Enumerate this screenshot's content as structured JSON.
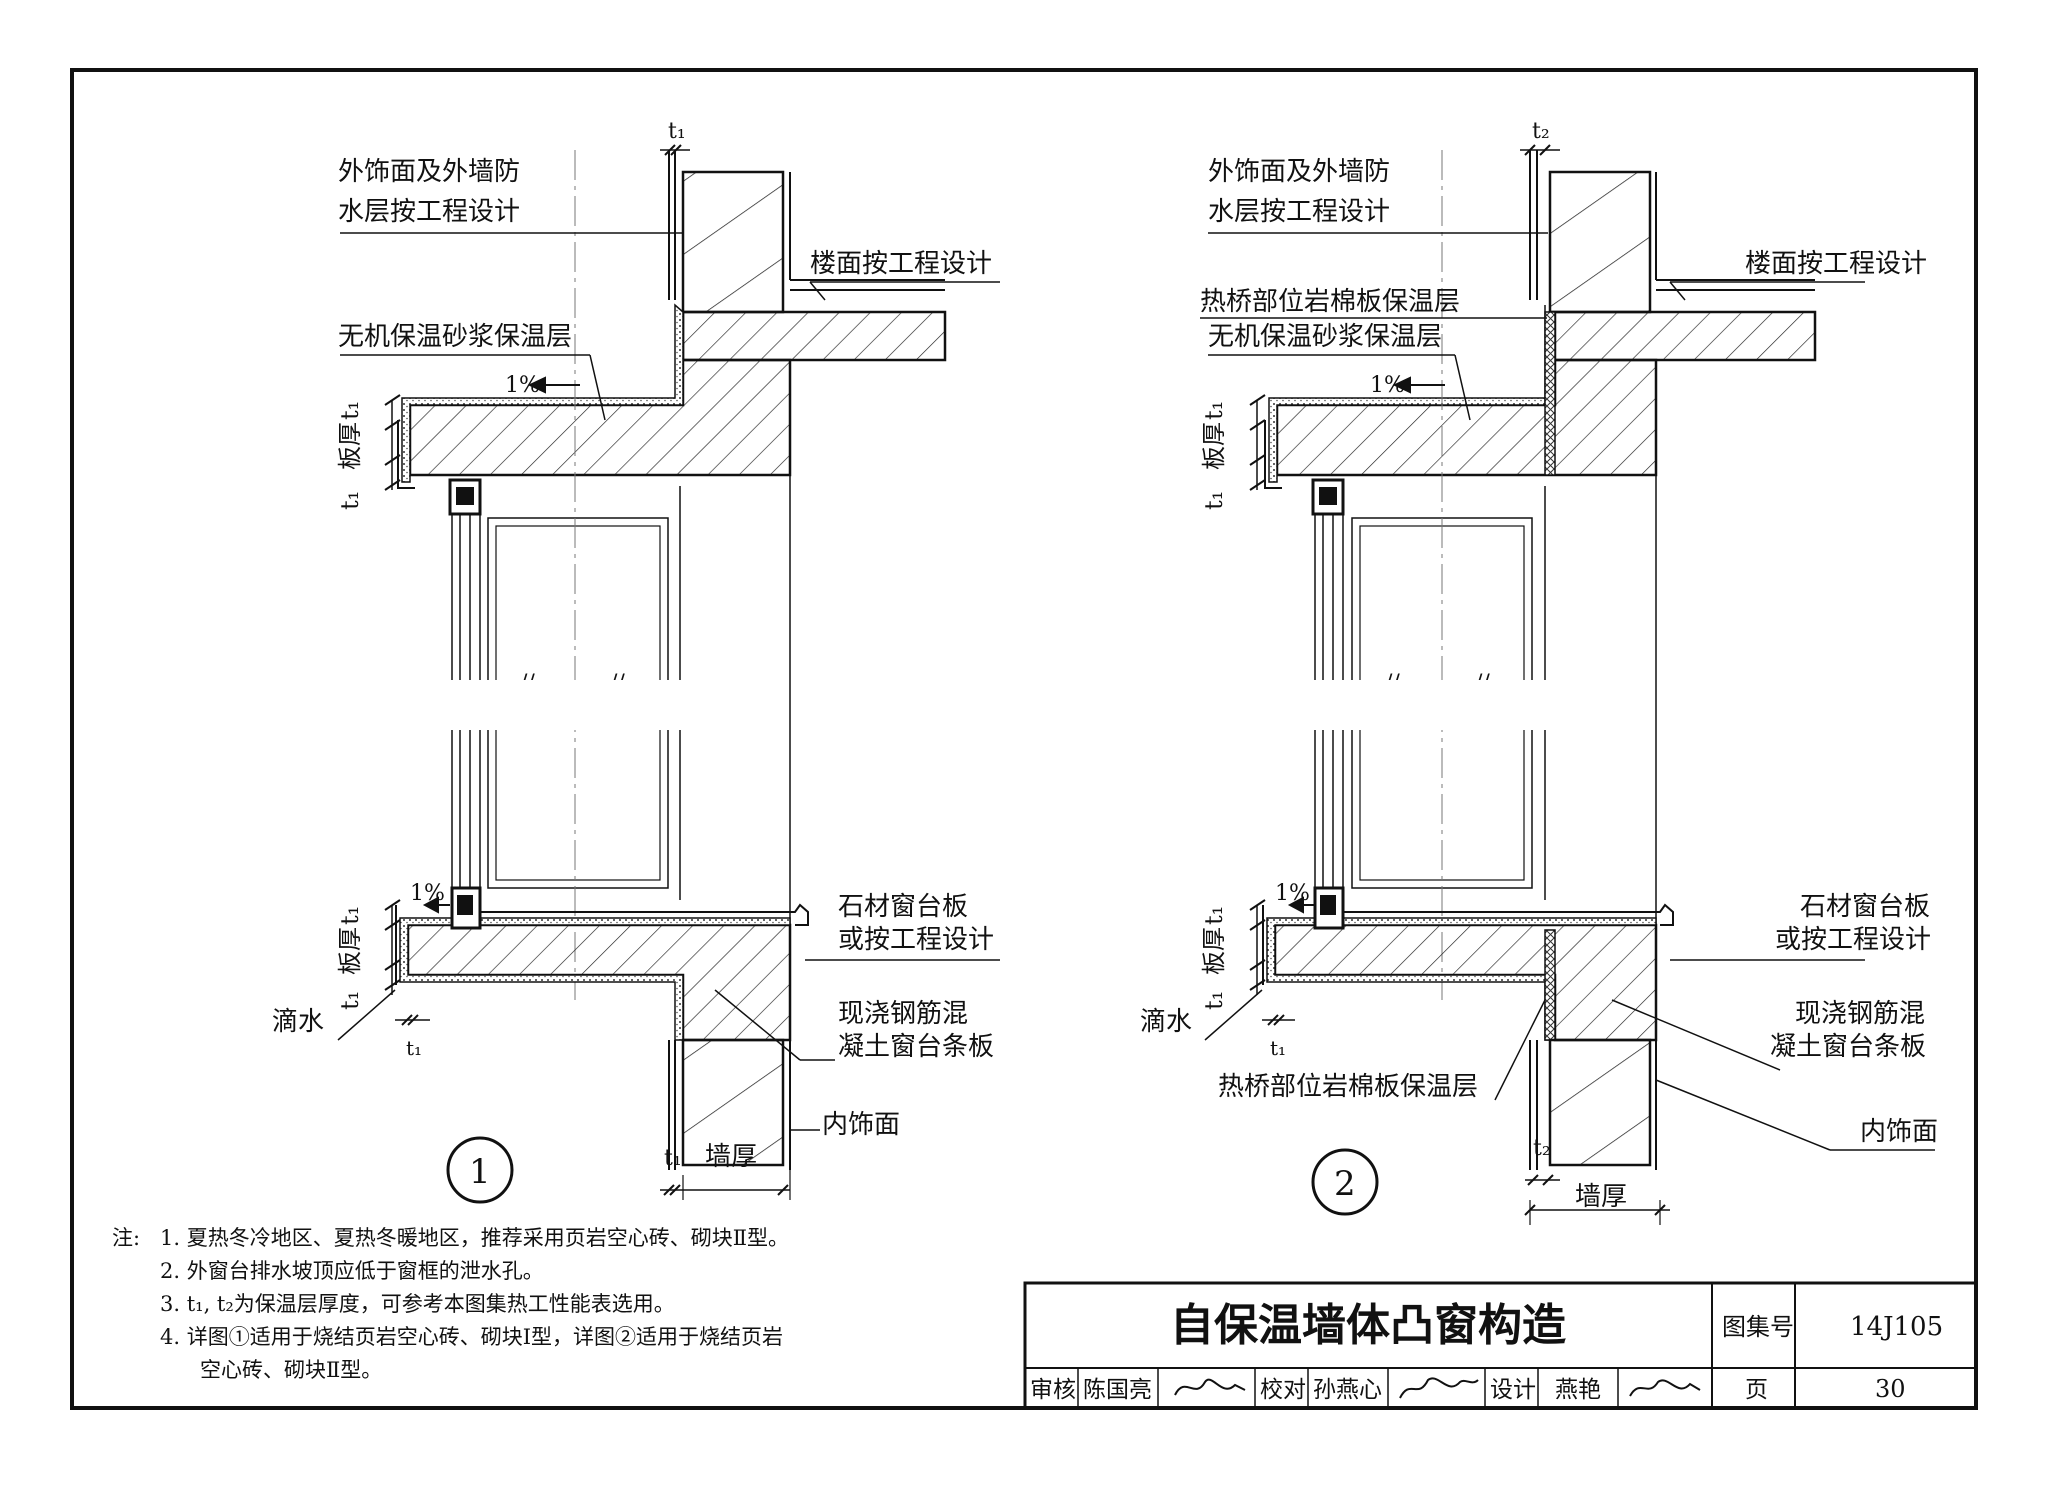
{
  "detail1": {
    "top_label_line1": "外饰面及外墙防",
    "top_label_line2": "水层按工程设计",
    "floor_label": "楼面按工程设计",
    "mortar_label": "无机保温砂浆保温层",
    "slope_top": "1%",
    "slope_bottom": "1%",
    "t1_top": "t₁",
    "side_t1_top": "t₁",
    "side_slab_top": "板厚",
    "side_t1b_top": "t₁",
    "side_t1_bot": "t₁",
    "side_slab_bot": "板厚",
    "side_t1b_bot": "t₁",
    "drip_label": "滴水",
    "drip_t1": "t₁",
    "sill_label_line1": "石材窗台板",
    "sill_label_line2": "或按工程设计",
    "concrete_label_line1": "现浇钢筋混",
    "concrete_label_line2": "凝土窗台条板",
    "inner_label": "内饰面",
    "t1_bottom": "t₁",
    "wall_thickness": "墙厚",
    "number": "1"
  },
  "detail2": {
    "top_label_line1": "外饰面及外墙防",
    "top_label_line2": "水层按工程设计",
    "floor_label": "楼面按工程设计",
    "rockwool_label": "热桥部位岩棉板保温层",
    "mortar_label": "无机保温砂浆保温层",
    "slope_top": "1%",
    "slope_bottom": "1%",
    "t2_top": "t₂",
    "side_t1_top": "t₁",
    "side_slab_top": "板厚",
    "side_t1b_top": "t₁",
    "side_t1_bot": "t₁",
    "side_slab_bot": "板厚",
    "side_t1b_bot": "t₁",
    "drip_label": "滴水",
    "drip_t1": "t₁",
    "sill_label_line1": "石材窗台板",
    "sill_label_line2": "或按工程设计",
    "concrete_label_line1": "现浇钢筋混",
    "concrete_label_line2": "凝土窗台条板",
    "rockwool_label_bottom": "热桥部位岩棉板保温层",
    "inner_label": "内饰面",
    "t2_bottom": "t₂",
    "wall_thickness": "墙厚",
    "number": "2"
  },
  "notes": {
    "heading": "注:",
    "items": [
      "1. 夏热冬冷地区、夏热冬暖地区，推荐采用页岩空心砖、砌块Ⅱ型。",
      "2. 外窗台排水坡顶应低于窗框的泄水孔。",
      "3. t₁, t₂为保温层厚度，可参考本图集热工性能表选用。",
      "4. 详图①适用于烧结页岩空心砖、砌块Ⅰ型，详图②适用于烧结页岩",
      "空心砖、砌块Ⅱ型。"
    ]
  },
  "title_block": {
    "title": "自保温墙体凸窗构造",
    "atlas_label": "图集号",
    "atlas_value": "14J105",
    "review_label": "审核",
    "reviewer": "陈国亮",
    "check_label": "校对",
    "checker": "孙燕心",
    "design_label": "设计",
    "designer": "燕艳",
    "page_label": "页",
    "page_value": "30"
  }
}
